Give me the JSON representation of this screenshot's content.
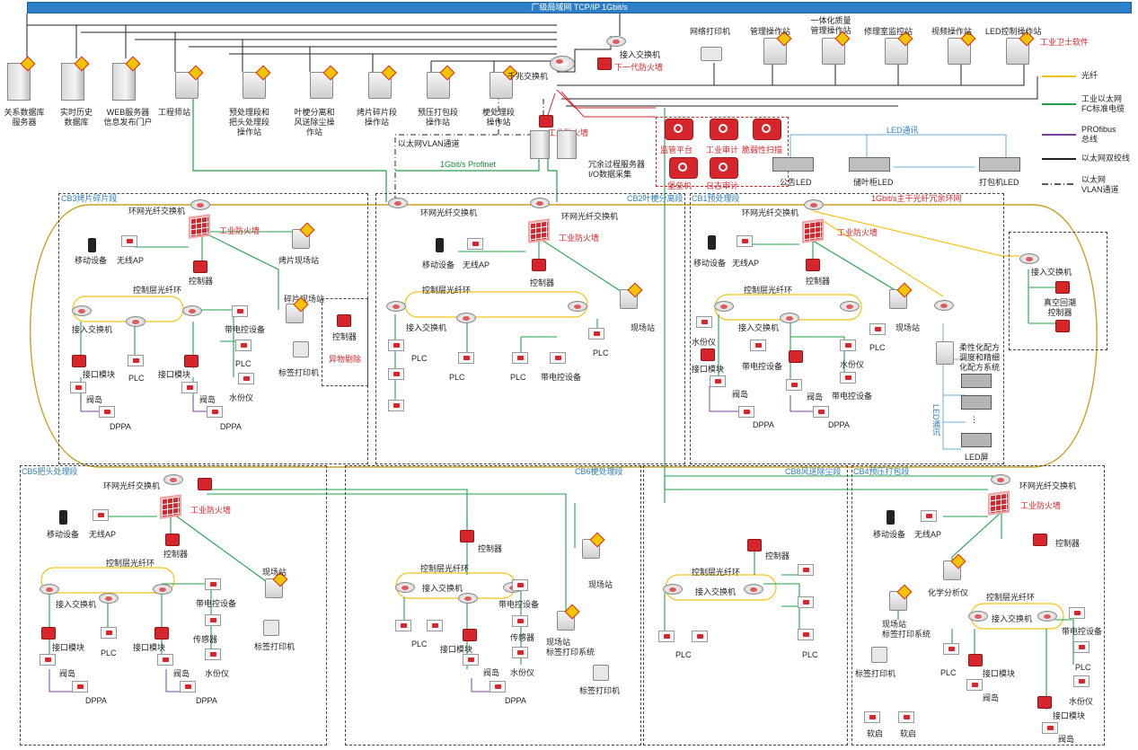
{
  "top": {
    "lan_label": "厂级局域网 TCP/IP 1Gbit/s"
  },
  "top_devices": {
    "db_server": "关系数据库\n服务器",
    "history_db": "实时历史\n数据库",
    "web_server": "WEB服务器\n信息发布门户",
    "engineer": "工程师站",
    "pre_station": "预处理段和\n把头处理段\n操作站",
    "leaf_station": "叶梗分离和\n风送除尘操\n作站",
    "shred_station": "烤片碎片段\n操作站",
    "press_station": "预压打包段\n操作站",
    "stem_station": "梗处理段\n操作站",
    "core_switch": "千兆交换机",
    "access_switch": "接入交换机",
    "ngfw": "下一代防火墙",
    "net_printer": "网络打印机",
    "mgmt_station": "管理操作站",
    "quality_station": "一体化质量\n管理操作站",
    "room_station": "修理室监控站",
    "video_station": "视频操作站",
    "led_station": "LED控制操作站",
    "guard_software": "工业卫士软件",
    "vlan_link": "以太网VLAN通道",
    "industrial_fw": "工业防火墙",
    "redundant_server": "冗余过程服务器\nI/O数据采集",
    "profinet": "1Gbit/s Profinet",
    "ring_backbone": "1Gbit/s主干光纤冗余环网"
  },
  "security": {
    "items": [
      "监管平台",
      "工业审计",
      "脆弱性扫描",
      "堡垒机",
      "日志审计"
    ]
  },
  "led_area": {
    "comm_label": "LED通讯",
    "items": [
      "公告LED",
      "储叶柜LED",
      "打包机LED"
    ],
    "vertical_comm": "LED通讯",
    "screen": "LED屏"
  },
  "legend": {
    "items": [
      {
        "label": "光纤",
        "color": "#f0c419",
        "style": "solid"
      },
      {
        "label": "工业以太网\nFC标准电缆",
        "color": "#22a04b",
        "style": "solid"
      },
      {
        "label": "PROfibus\n总线",
        "color": "#7b3fa0",
        "style": "solid"
      },
      {
        "label": "以太网双绞线",
        "color": "#222222",
        "style": "solid"
      },
      {
        "label": "以太网\nVLAN通道",
        "color": "#222222",
        "style": "dashdot"
      }
    ]
  },
  "zones": {
    "cb3": {
      "title": "CB3烤片碎片段",
      "ring_switch": "环网光纤交换机",
      "fw": "工业防火墙",
      "mobile": "移动设备",
      "wap": "无线AP",
      "controller": "控制器",
      "ring": "控制层光纤环",
      "access": "接入交换机",
      "iface1": "接口模块",
      "iface2": "接口模块",
      "plc1": "PLC",
      "plc2": "PLC",
      "valve1": "阀岛",
      "valve2": "阀岛",
      "dppa1": "DPPA",
      "dppa2": "DPPA",
      "elec": "带电控设备",
      "moist": "水份仪",
      "bake_station": "烤片现场站",
      "frag_station": "碎片现场站",
      "label_printer": "标签打印机",
      "ctrl2": "控制器",
      "reject": "异物剔除"
    },
    "cb2": {
      "title": "CB2叶梗分离段",
      "ring_switch": "环网光纤交换机",
      "fw": "工业防火墙",
      "mobile": "移动设备",
      "wap": "无线AP",
      "controller": "控制器",
      "ring": "控制层光纤环",
      "access": "接入交换机",
      "plc1": "PLC",
      "plc2": "PLC",
      "plc3": "PLC",
      "plc4": "PLC",
      "elec": "带电控设备",
      "station": "现场站"
    },
    "cb1": {
      "title": "CB1预处理段",
      "ring_switch": "环网光纤交换机",
      "fw": "工业防火墙",
      "mobile": "移动设备",
      "wap": "无线AP",
      "controller": "控制器",
      "ring": "控制层光纤环",
      "access": "接入交换机",
      "moist1": "水份仪",
      "iface": "接口模块",
      "elec1": "带电控设备",
      "moist2": "水份仪",
      "elec2": "带电控设备",
      "valve": "阀岛",
      "valve2": "阀岛",
      "dppa1": "DPPA",
      "dppa2": "DPPA",
      "plc": "PLC",
      "station": "现场站",
      "flex": "柔性化配方\n调度和精细\n化配方系统"
    },
    "vac": {
      "access": "接入交换机",
      "vac_ctrl": "真空回潮\n控制器"
    },
    "cb5": {
      "title": "CB5把头处理段",
      "ring_switch": "环网光纤交换机",
      "fw": "工业防火墙",
      "mobile": "移动设备",
      "wap": "无线AP",
      "controller": "控制器",
      "ring": "控制层光纤环",
      "access": "接入交换机",
      "iface1": "接口模块",
      "iface2": "接口模块",
      "plc": "PLC",
      "elec": "带电控设备",
      "sensor": "传感器",
      "moist": "水份仪",
      "valve1": "阀岛",
      "valve2": "阀岛",
      "dppa1": "DPPA",
      "dppa2": "DPPA",
      "station": "现场站",
      "label_printer": "标签打印机"
    },
    "cb6": {
      "title": "CB6梗处理段",
      "controller": "控制器",
      "ring": "控制层光纤环",
      "access": "接入交换机",
      "plc": "PLC",
      "iface": "接口模块",
      "elec": "带电控设备",
      "sensor": "传感器",
      "moist": "水份仪",
      "valve": "阀岛",
      "dppa": "DPPA",
      "station1": "现场站",
      "station2": "现场站\n标签打印系统",
      "label_printer": "标签打印机"
    },
    "cb8": {
      "title": "CB8风送除尘段",
      "controller": "控制器",
      "ring": "控制层光纤环",
      "access": "接入交换机",
      "plc1": "PLC",
      "plc2": "PLC"
    },
    "cb4": {
      "title": "CB4预压打包段",
      "ring_switch": "环网光纤交换机",
      "fw": "工业防火墙",
      "mobile": "移动设备",
      "wap": "无线AP",
      "controller": "控制器",
      "chem": "化学分析仪",
      "station": "现场站\n标签打印系统",
      "label_printer": "标签打印机",
      "ring": "控制层光纤环",
      "access": "接入交换机",
      "elec": "带电控设备",
      "plc1": "PLC",
      "iface1": "接口模块",
      "plc2": "PLC",
      "valve1": "阀岛",
      "moist": "水份仪",
      "iface2": "接口模块",
      "valve2": "阀岛",
      "soft1": "软启",
      "soft2": "软启"
    }
  }
}
